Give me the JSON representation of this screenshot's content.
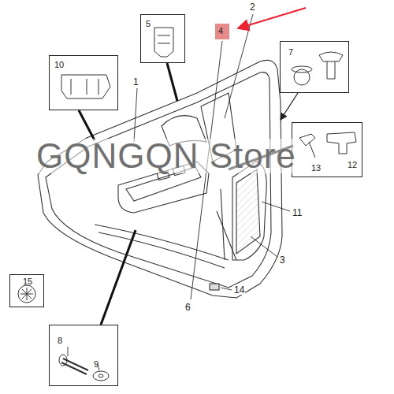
{
  "diagram": {
    "nodes": [
      {
        "text": [
          "5"
        ]
      },
      {
        "text": [
          "4"
        ]
      },
      {
        "text": [
          "7"
        ]
      },
      {
        "text": [
          "10"
        ]
      },
      {
        "text": [
          "13",
          "12"
        ]
      },
      {
        "text": [
          "15"
        ]
      },
      {
        "text": [
          "8",
          "9"
        ]
      }
    ],
    "labels": [
      "2",
      "1",
      "11",
      "3",
      "6",
      "14",
      "GQNGQN Store"
    ]
  }
}
